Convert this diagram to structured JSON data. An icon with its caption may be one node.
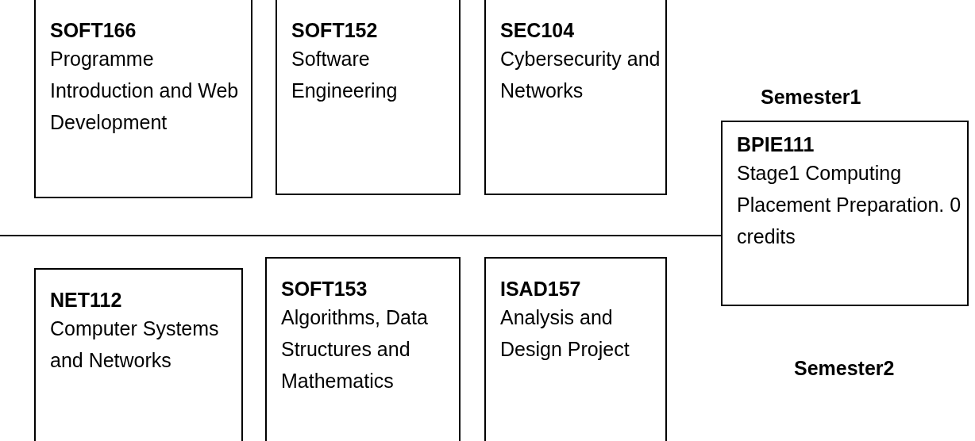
{
  "diagram": {
    "nodes": [
      {
        "text": [
          "SOFT166",
          "Programme Introduction and Web Development"
        ]
      },
      {
        "text": [
          "SOFT152",
          "Software Engineering"
        ]
      },
      {
        "text": [
          "SEC104",
          "Cybersecurity and Networks"
        ]
      },
      {
        "text": [
          "BPIE111",
          "Stage1 Computing Placement Preparation. 0 credits"
        ]
      },
      {
        "text": [
          "NET112",
          "Computer Systems and Networks"
        ]
      },
      {
        "text": [
          "SOFT153",
          "Algorithms, Data Structures and Mathematics"
        ]
      },
      {
        "text": [
          "ISAD157",
          "Analysis and Design Project"
        ]
      }
    ],
    "labels": [
      "Semester1",
      "Semester2"
    ]
  }
}
